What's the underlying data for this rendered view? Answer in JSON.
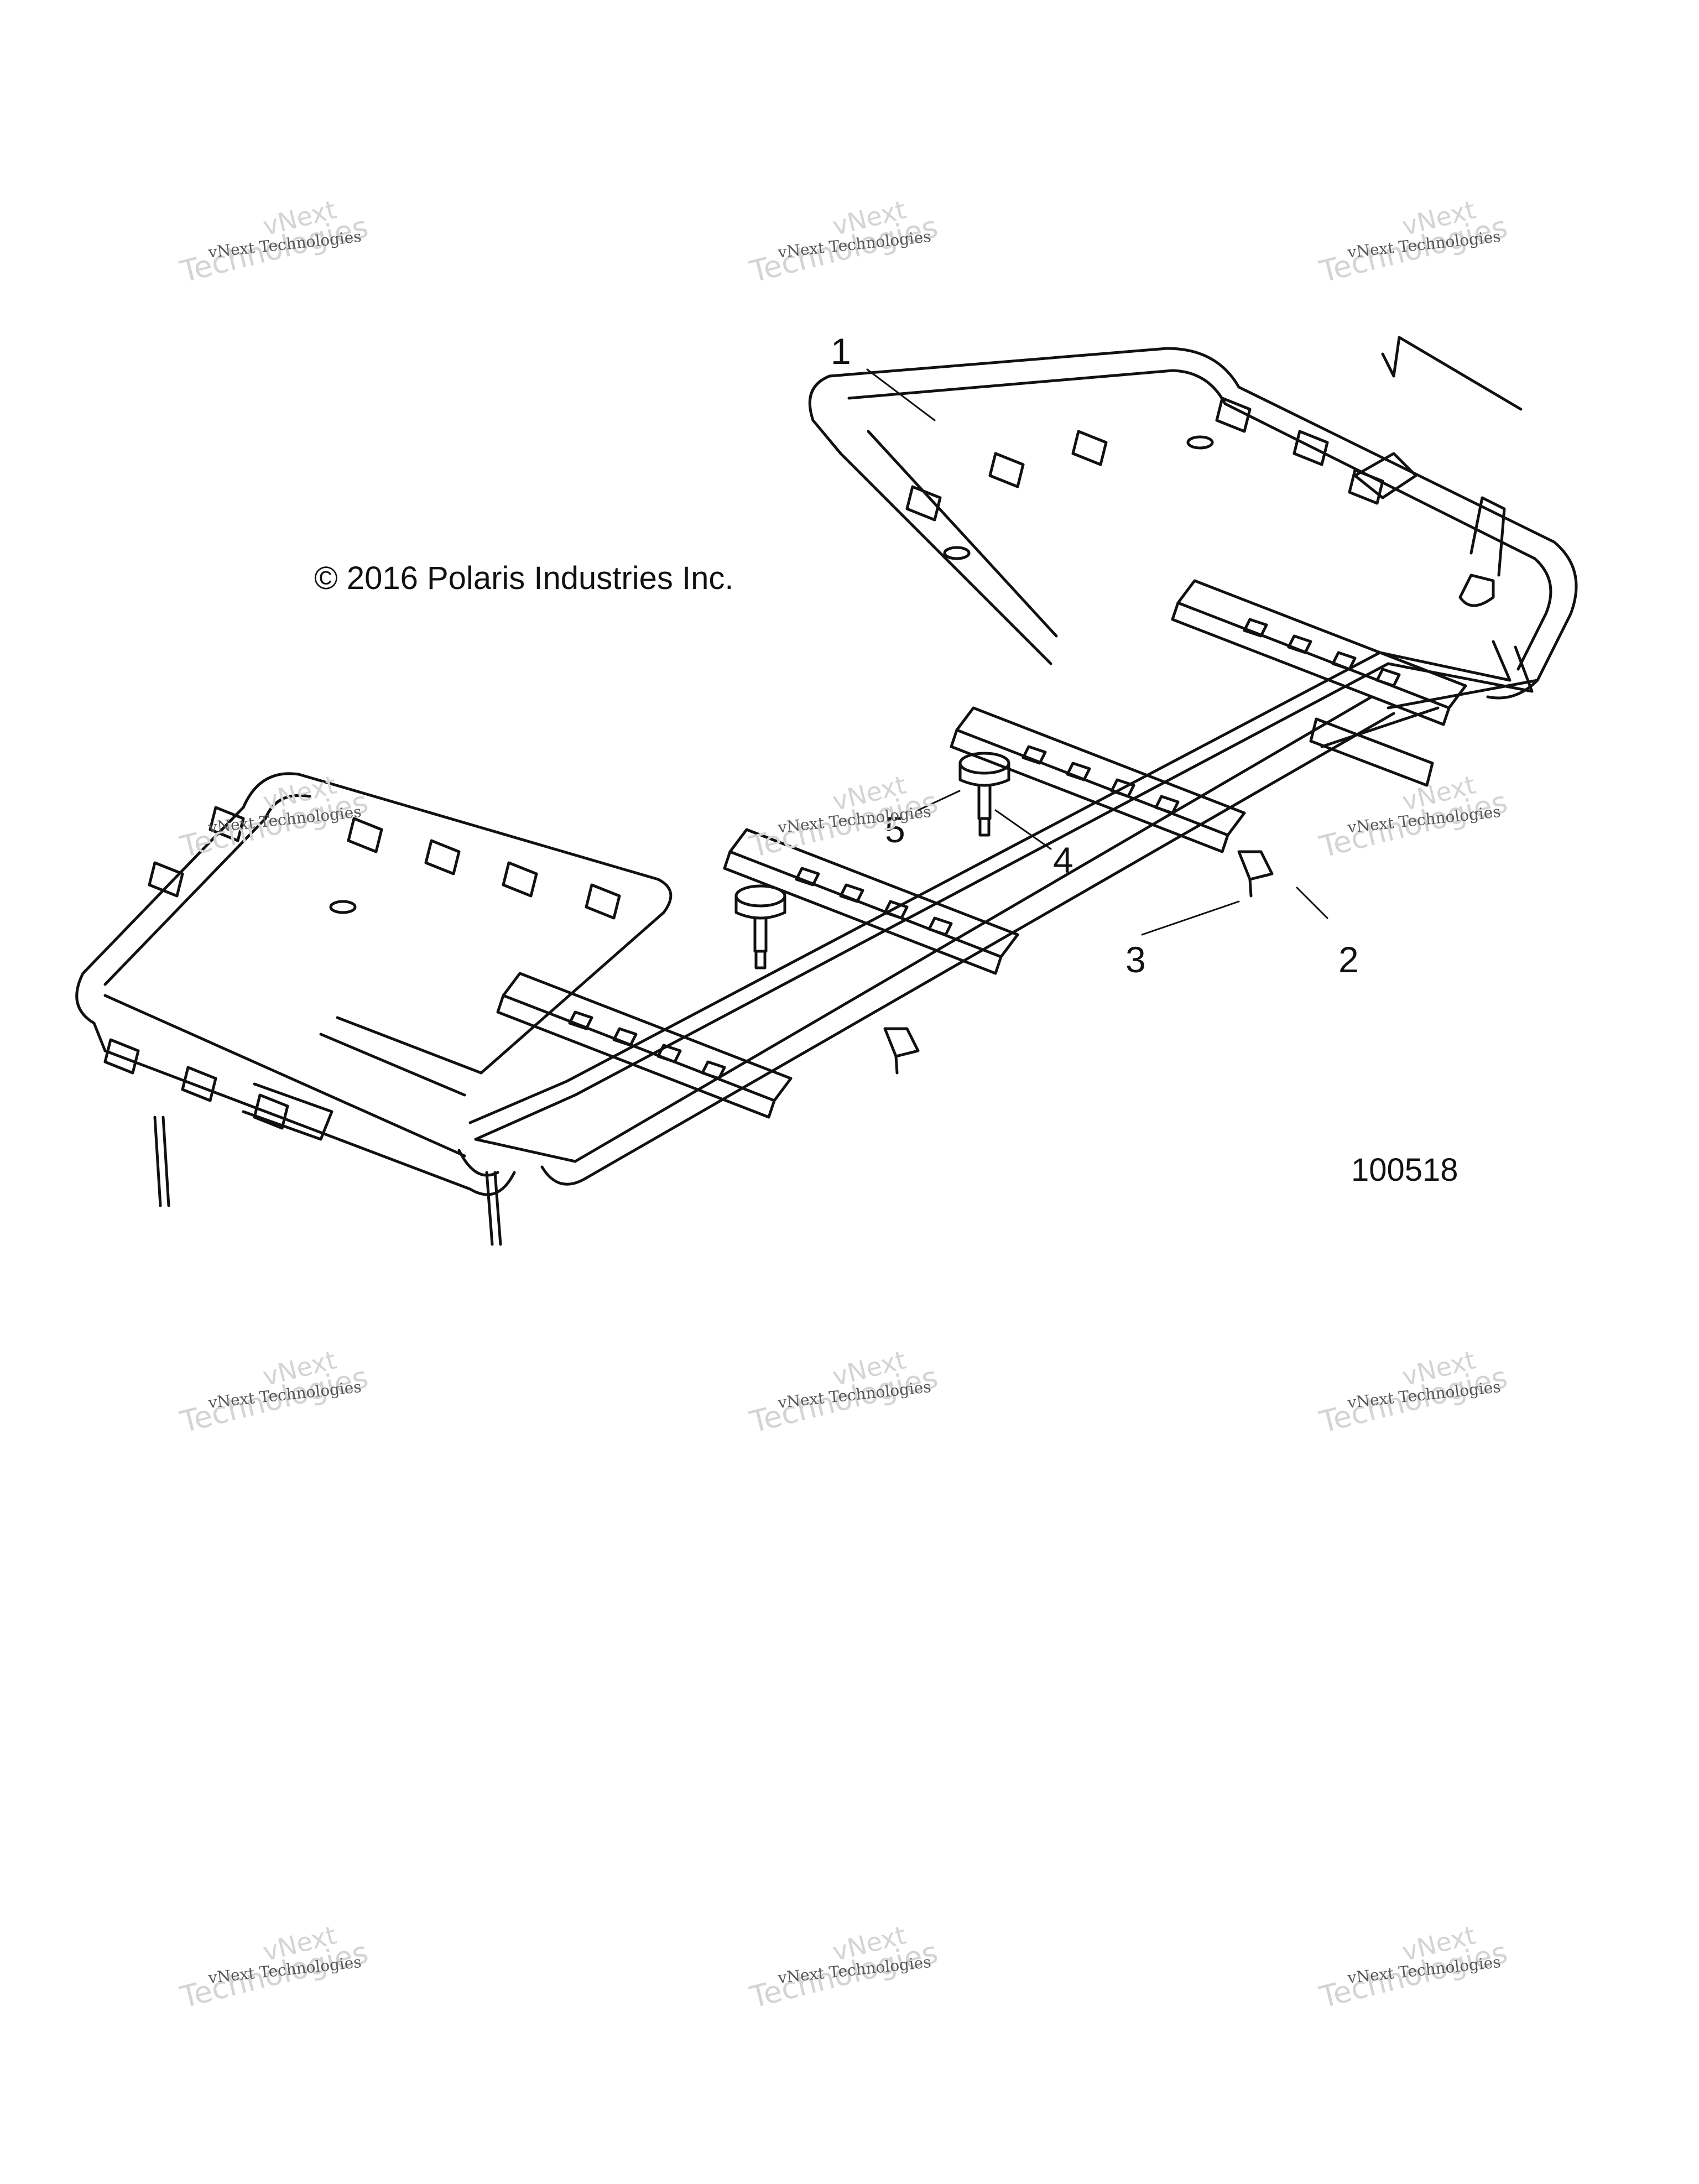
{
  "copyright": "© 2016 Polaris Industries Inc.",
  "drawing_number": "100518",
  "callouts": [
    "1",
    "2",
    "3",
    "4",
    "5"
  ],
  "watermark": {
    "line_small": "vNext Technologies",
    "line_big_1": "vNext",
    "line_big_2": "Technologies"
  }
}
